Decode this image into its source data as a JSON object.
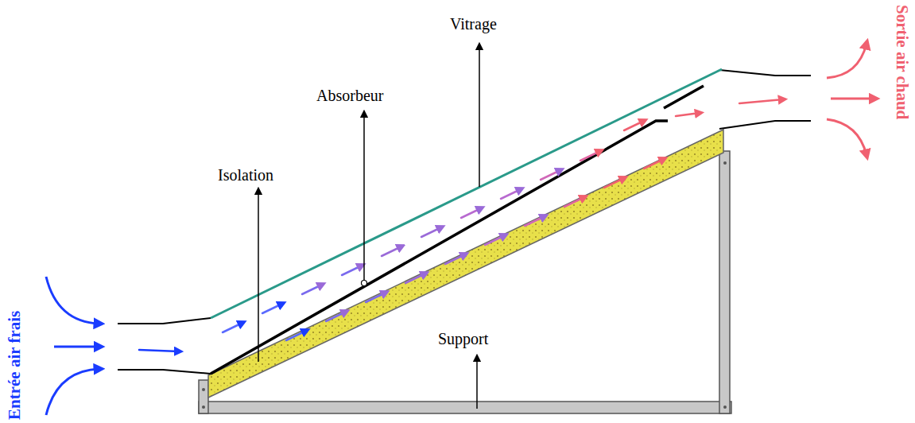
{
  "diagram": {
    "labels": [
      "Vitrage",
      "Absorbeur",
      "Isolation",
      "Support",
      "Entrée air frais",
      "Sortie air chaud"
    ]
  }
}
